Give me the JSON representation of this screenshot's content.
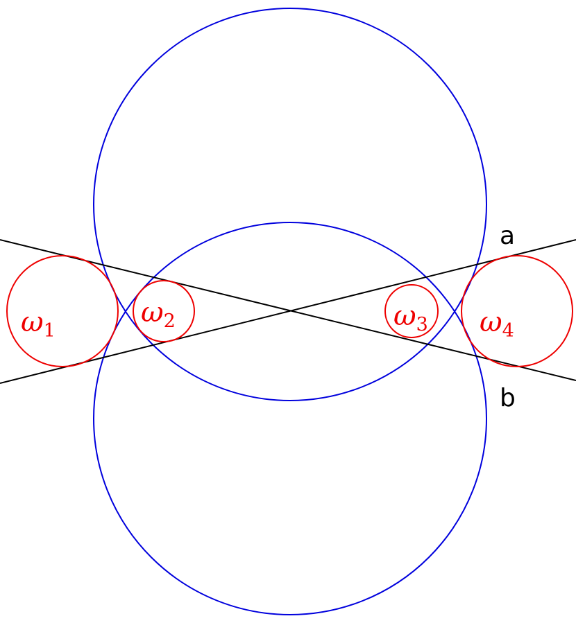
{
  "lines": [
    {
      "name": "a",
      "label": "a"
    },
    {
      "name": "b",
      "label": "b"
    }
  ],
  "circles": [
    {
      "name": "big-circle-top",
      "color": "#0000dd"
    },
    {
      "name": "big-circle-bottom",
      "color": "#0000dd"
    },
    {
      "name": "omega-1",
      "color": "#ee0000",
      "symbol": "ω",
      "subscript": "1"
    },
    {
      "name": "omega-2",
      "color": "#ee0000",
      "symbol": "ω",
      "subscript": "2"
    },
    {
      "name": "omega-3",
      "color": "#ee0000",
      "symbol": "ω",
      "subscript": "3"
    },
    {
      "name": "omega-4",
      "color": "#ee0000",
      "symbol": "ω",
      "subscript": "4"
    }
  ],
  "colors": {
    "line": "#000000",
    "big_circle": "#0000dd",
    "small_circle": "#ee0000"
  }
}
